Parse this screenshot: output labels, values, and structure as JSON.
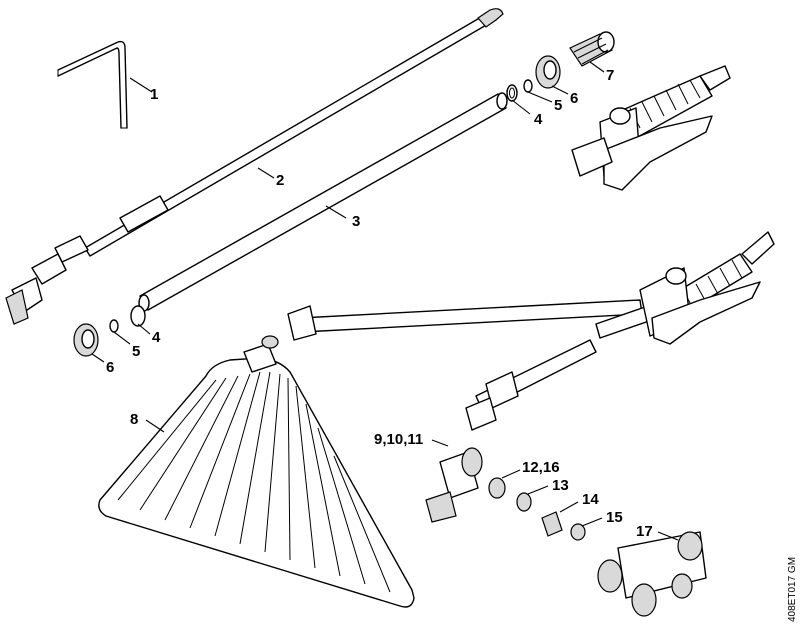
{
  "callouts": {
    "c1": "1",
    "c2": "2",
    "c3": "3",
    "c4a": "4",
    "c4b": "4",
    "c5a": "5",
    "c5b": "5",
    "c6a": "6",
    "c6b": "6",
    "c7": "7",
    "c8": "8",
    "c9": "9,10,11",
    "c12": "12,16",
    "c13": "13",
    "c14": "14",
    "c15": "15",
    "c17": "17"
  },
  "drawing_code": "408ET017 GM"
}
